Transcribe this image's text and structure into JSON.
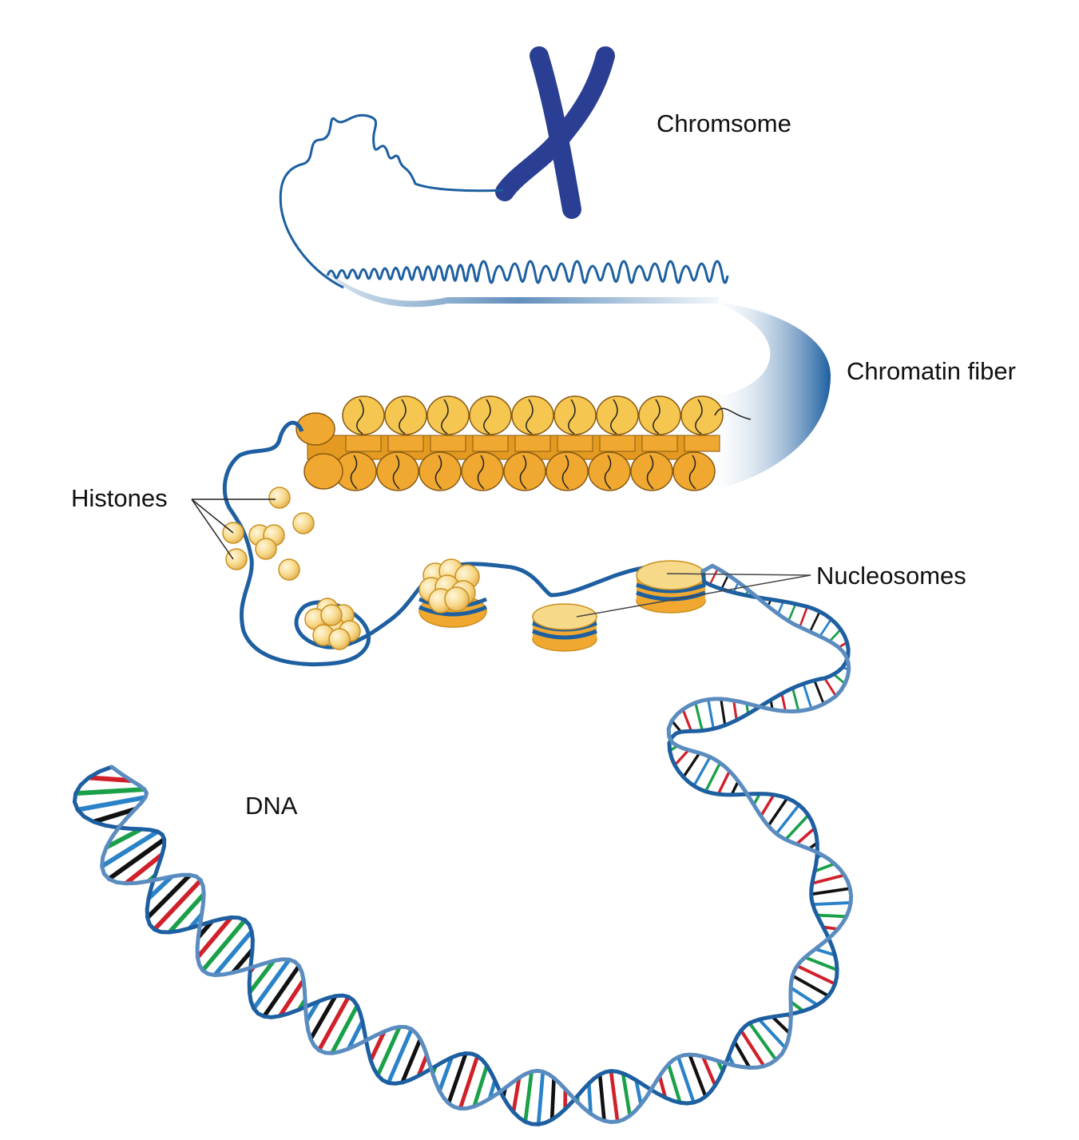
{
  "labels": {
    "chromosome": "Chromsome",
    "chromatin_fiber": "Chromatin fiber",
    "histones": "Histones",
    "nucleosomes": "Nucleosomes",
    "dna": "DNA"
  },
  "colors": {
    "background": "#ffffff",
    "dna_strand": "#1d5fa0",
    "chromosome": "#2a3f93",
    "histone_fill": "#f7d98a",
    "histone_stroke": "#c99020",
    "fiber_fill": "#f0a830",
    "base_pair_colors": [
      "#111111",
      "#d0202a",
      "#1aa048",
      "#2a82c8"
    ]
  }
}
